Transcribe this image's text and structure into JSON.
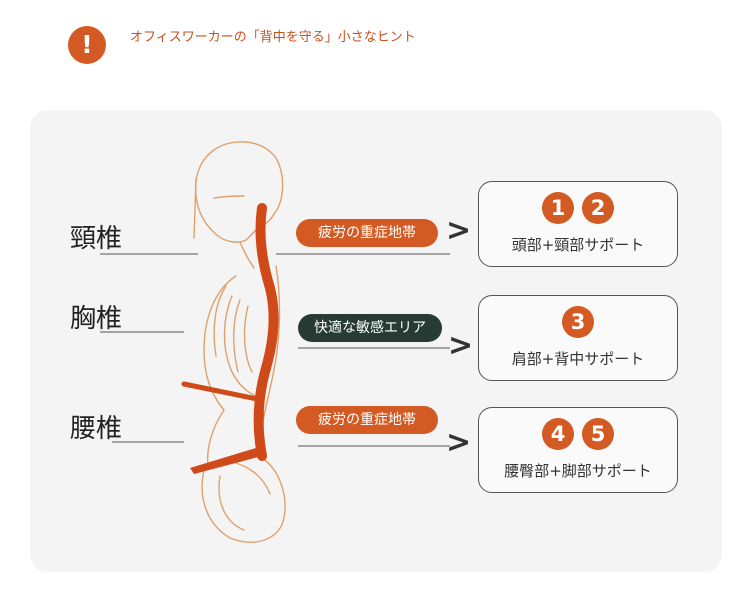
{
  "header": {
    "icon": "exclamation-icon",
    "title": "オフィスワーカーの「背中を守る」小さなヒント"
  },
  "colors": {
    "accent": "#d35a22",
    "dark_tag": "#263b33",
    "panel": "#f4f4f4",
    "figure_line": "#e0a06a"
  },
  "sections": [
    {
      "label": "頸椎",
      "tag": "疲労の重症地帯",
      "tag_kind": "fatigue",
      "numbers": [
        "1",
        "2"
      ],
      "support": "頭部+頸部サポート"
    },
    {
      "label": "胸椎",
      "tag": "快適な敏感エリア",
      "tag_kind": "comfort",
      "numbers": [
        "3"
      ],
      "support": "肩部+背中サポート"
    },
    {
      "label": "腰椎",
      "tag": "疲労の重症地帯",
      "tag_kind": "fatigue",
      "numbers": [
        "4",
        "5"
      ],
      "support": "腰臀部+脚部サポート"
    }
  ],
  "arrow_symbol": ">"
}
